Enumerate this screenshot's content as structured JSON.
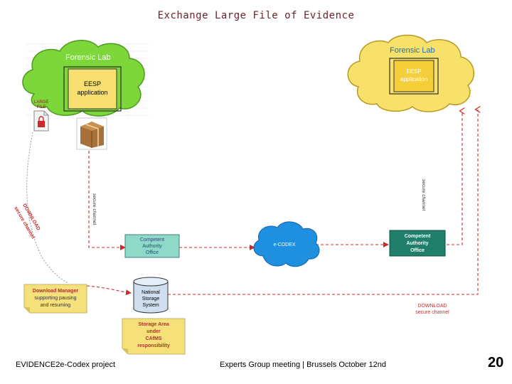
{
  "title": "Exchange Large File of Evidence",
  "left_lab": {
    "label": "Forensic Lab",
    "app_lines": [
      "EESP",
      "application"
    ]
  },
  "right_lab": {
    "label": "Forensic Lab",
    "app_lines": [
      "EESP",
      "application"
    ]
  },
  "large_file": {
    "lines": [
      "LARGE",
      "FILE"
    ],
    "icon": "locked-file-icon"
  },
  "package_icon": "package-box-icon",
  "left_secure_channel": "secure channel",
  "right_secure_channel": "secure channel",
  "download_diag": [
    "DOWNLOAD",
    "secure channel"
  ],
  "left_authority": [
    "Competent",
    "Authority",
    "Office"
  ],
  "right_authority": [
    "Competent",
    "Authority",
    "Office"
  ],
  "ecodex": "e-CODEX",
  "download_manager": [
    "Download Manager",
    "supporting pausing",
    "and resuming"
  ],
  "storage_system": [
    "National",
    "Storage",
    "System"
  ],
  "storage_area": [
    "Storage Area",
    "under",
    "CAfMS",
    "responsibility"
  ],
  "download_right": [
    "DOWNLOAD",
    "secure channel"
  ],
  "colors": {
    "lab_cloud": "#7dd63a",
    "lab_cloud_right": "#f7e16b",
    "app_box": "#f7e070",
    "authority": "#8fd9c8",
    "ecodex": "#1f8fe0",
    "note": "#f5e07a",
    "storage": "#cfdff0",
    "channel": "#cc2a2a"
  },
  "footer": {
    "left": "EVIDENCE2e-Codex project",
    "middle": "Experts Group meeting | Brussels October 12nd",
    "page": "20"
  }
}
